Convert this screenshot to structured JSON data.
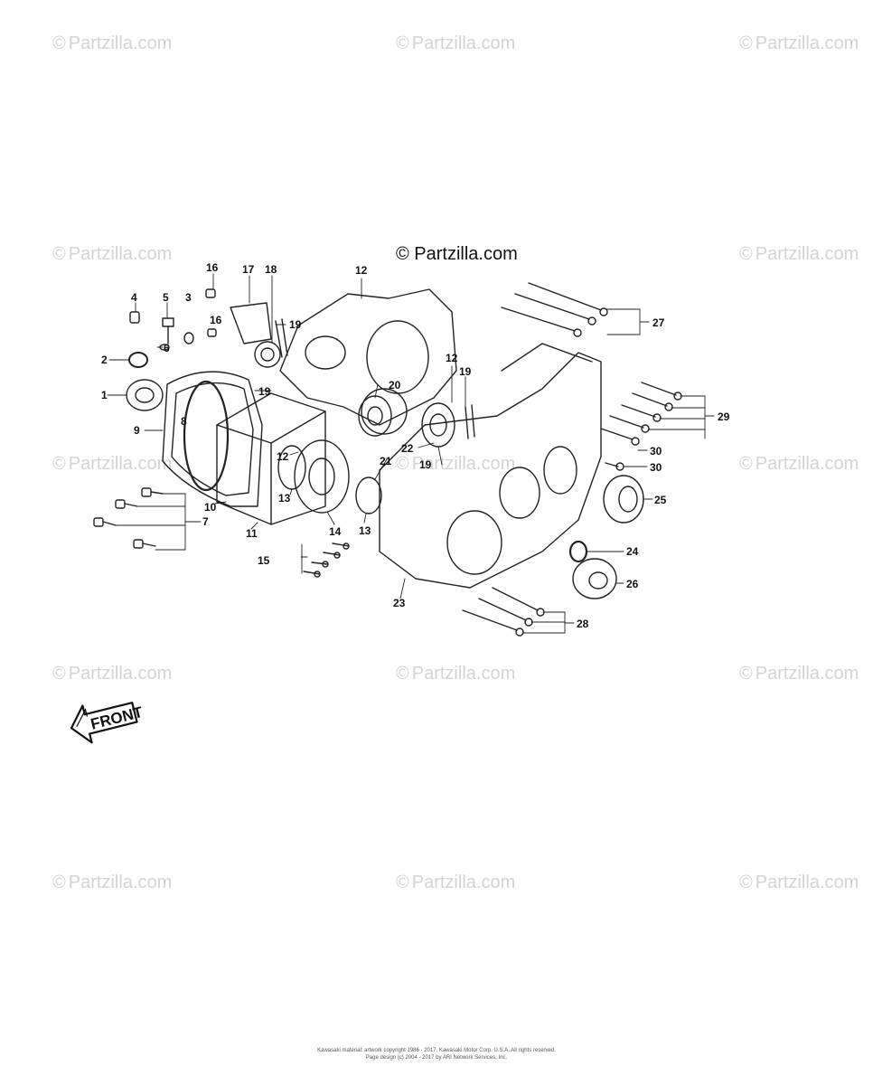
{
  "watermark": {
    "copyright_symbol": "©",
    "text": "Partzilla.com"
  },
  "center_credit": "© Partzilla.com",
  "front_arrow_label": "FRONT",
  "callouts": {
    "c1": "1",
    "c2": "2",
    "c3": "3",
    "c4": "4",
    "c5": "5",
    "c6": "6",
    "c7": "7",
    "c8": "8",
    "c9": "9",
    "c10": "10",
    "c11": "11",
    "c12a": "12",
    "c12b": "12",
    "c12c": "12",
    "c13a": "13",
    "c13b": "13",
    "c14": "14",
    "c15": "15",
    "c16a": "16",
    "c16b": "16",
    "c17": "17",
    "c18": "18",
    "c19a": "19",
    "c19b": "19",
    "c19c": "19",
    "c19d": "19",
    "c20": "20",
    "c21": "21",
    "c22": "22",
    "c23": "23",
    "c24": "24",
    "c25": "25",
    "c26": "26",
    "c27": "27",
    "c28": "28",
    "c29": "29",
    "c30a": "30",
    "c30b": "30"
  },
  "footer": {
    "line1": "Kawasaki material: artwork copyright 1986 - 2017, Kawasaki Motor Corp. U.S.A. All rights reserved.",
    "line2": "Page design (c) 2004 - 2017 by ARI Network Services, Inc."
  }
}
